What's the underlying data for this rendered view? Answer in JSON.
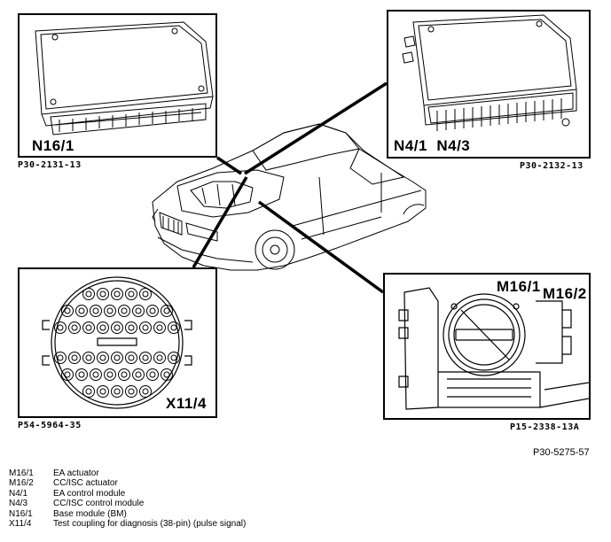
{
  "panels": {
    "top_left": {
      "callout": "N16/1",
      "ref": "P30-2131-13"
    },
    "top_right": {
      "callout": "N4/1  N4/3",
      "ref": "P30-2132-13"
    },
    "bottom_left": {
      "callout": "X11/4",
      "ref": "P54-5964-35"
    },
    "bottom_right": {
      "callout_1": "M16/1",
      "callout_2": "M16/2",
      "ref": "P15-2338-13A"
    }
  },
  "figure_id": "P30-5275-57",
  "legend": [
    {
      "code": "M16/1",
      "desc": "EA actuator"
    },
    {
      "code": "M16/2",
      "desc": "CC/ISC actuator"
    },
    {
      "code": "N4/1",
      "desc": "EA control module"
    },
    {
      "code": "N4/3",
      "desc": "CC/ISC control module"
    },
    {
      "code": "N16/1",
      "desc": "Base module (BM)"
    },
    {
      "code": "X11/4",
      "desc": "Test coupling for diagnosis (38-pin) (pulse signal)"
    }
  ]
}
